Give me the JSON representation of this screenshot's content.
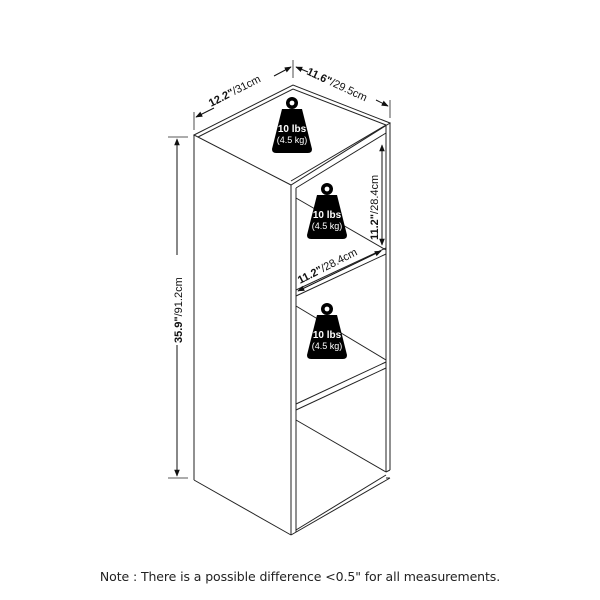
{
  "diagram": {
    "type": "product-dimension-diagram",
    "subject": "3-cube vertical bookcase / shelf",
    "dimensions": {
      "width_label_bold": "12.2\"",
      "width_label_rest": "/31cm",
      "depth_label_bold": "11.6\"",
      "depth_label_rest": "/29.5cm",
      "height_label_bold": "35.9\"",
      "height_label_rest": "/91.2cm",
      "inner_height_bold": "11.2\"",
      "inner_height_rest": "/28.4cm",
      "inner_width_bold": "11.2\"",
      "inner_width_rest": "/28.4cm"
    },
    "weights": [
      {
        "location": "top",
        "lbs": "10 lbs",
        "kg": "(4.5 kg)"
      },
      {
        "location": "middle-shelf",
        "lbs": "10 lbs",
        "kg": "(4.5 kg)"
      },
      {
        "location": "lower-shelf",
        "lbs": "10 lbs",
        "kg": "(4.5 kg)"
      }
    ],
    "colors": {
      "line": "#222222",
      "weight_fill": "#000000",
      "weight_text": "#ffffff",
      "background": "#ffffff"
    }
  },
  "note": "Note : There is a possible difference <0.5\" for all measurements."
}
